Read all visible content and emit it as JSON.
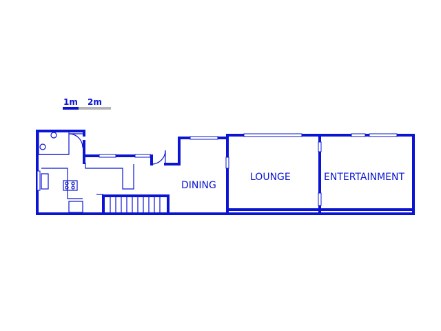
{
  "scale_bar": {
    "label_1m": "1m",
    "label_2m": "2m",
    "color_primary": "#0a14d2",
    "color_secondary": "#b4b4b4"
  },
  "rooms": {
    "dining": "DINING",
    "lounge": "LOUNGE",
    "entertainment": "ENTERTAINMENT"
  },
  "colors": {
    "wall": "#0a14d2",
    "background": "#ffffff"
  }
}
